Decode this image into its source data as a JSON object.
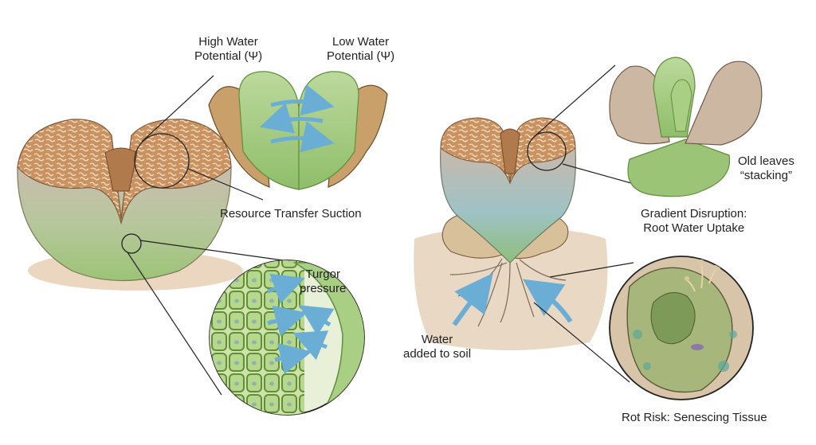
{
  "labels": {
    "high_water": [
      "High Water",
      "Potential (Ψ)"
    ],
    "low_water": [
      "Low Water",
      "Potential (Ψ)"
    ],
    "resource_transfer": "Resource Transfer Suction",
    "turgor": [
      "Turgor",
      "pressure"
    ],
    "old_leaves": [
      "Old leaves",
      "“stacking”"
    ],
    "gradient": [
      "Gradient Disruption:",
      "Root Water Uptake"
    ],
    "water_added": [
      "Water",
      "added to soil"
    ],
    "rot_risk": "Rot Risk: Senescing Tissue"
  },
  "colors": {
    "leaf_green": "#a9cf85",
    "top_brown": "#c08a5a",
    "arrow_blue": "#6aaed6",
    "soil": "#d9b89a"
  }
}
